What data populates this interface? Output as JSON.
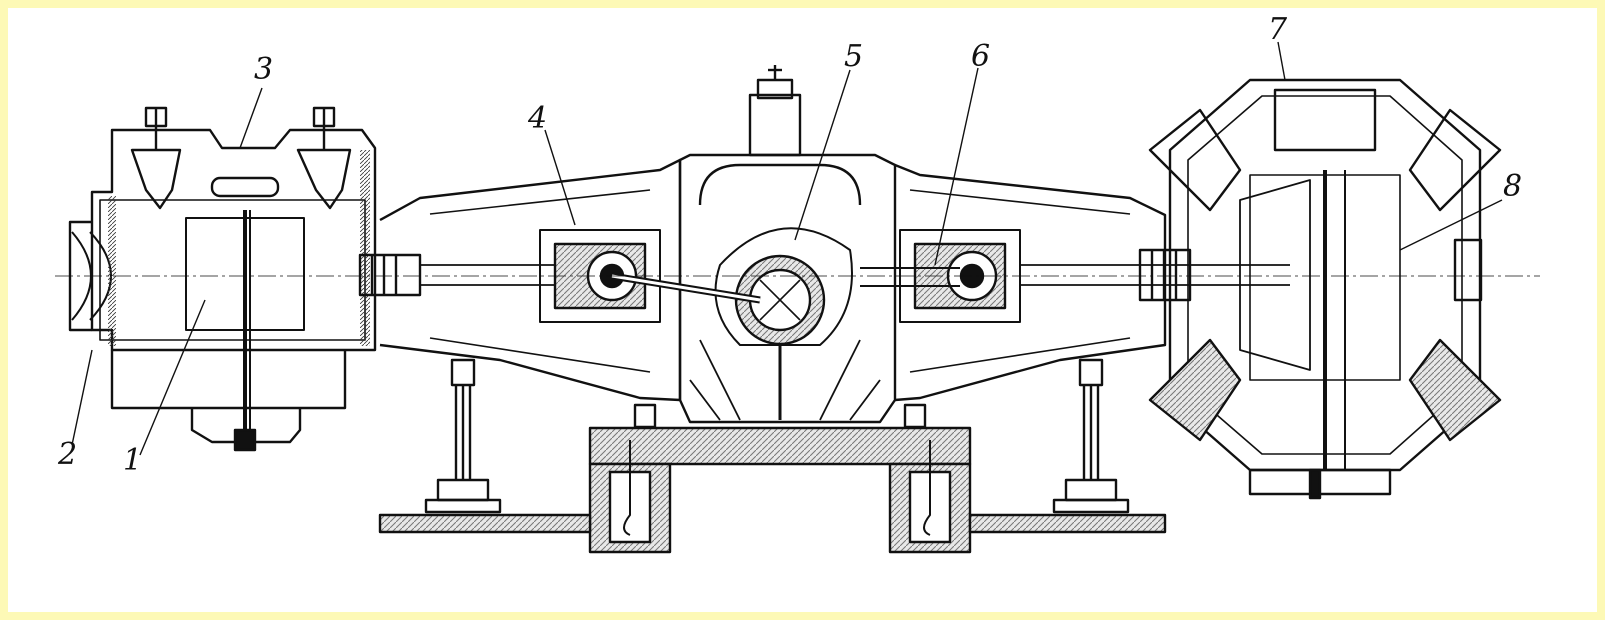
{
  "figure": {
    "border_color": "#fdf9b6",
    "background": "#ffffff",
    "ink": "#111111",
    "hatch": "#777777"
  },
  "callouts": [
    {
      "id": "1",
      "text": "1"
    },
    {
      "id": "2",
      "text": "2"
    },
    {
      "id": "3",
      "text": "3"
    },
    {
      "id": "4",
      "text": "4"
    },
    {
      "id": "5",
      "text": "5"
    },
    {
      "id": "6",
      "text": "6"
    },
    {
      "id": "7",
      "text": "7"
    },
    {
      "id": "8",
      "text": "8"
    }
  ]
}
